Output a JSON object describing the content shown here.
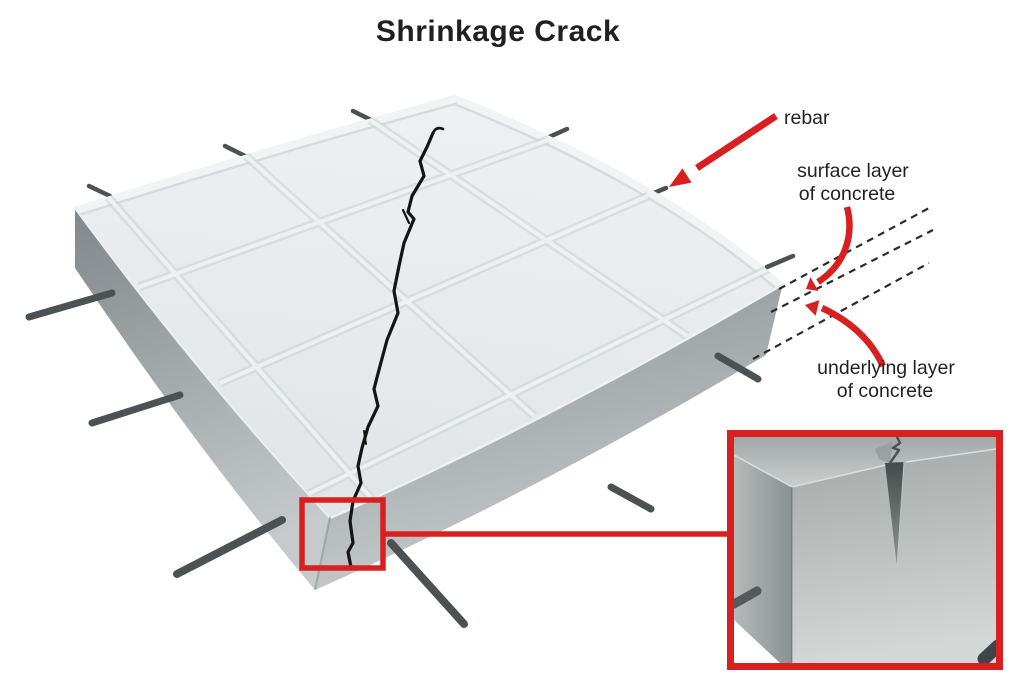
{
  "title": "Shrinkage Crack",
  "callouts": {
    "rebar": "rebar",
    "surface_layer": [
      "surface layer",
      "of concrete"
    ],
    "underlying_layer": [
      "underlying layer",
      "of concrete"
    ]
  },
  "colors": {
    "accent_red": "#d7201f",
    "text": "#231f20",
    "crack": "#141414",
    "dashed_line": "#2b2b2b",
    "concrete_top_light": "#edeff1",
    "concrete_top_shade": "#e3e6e8",
    "concrete_side_dark": "#8f9597",
    "concrete_side_light": "#c8cccd",
    "rebar_gray": "#4c5153"
  }
}
